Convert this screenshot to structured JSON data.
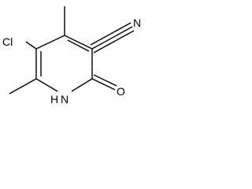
{
  "molecule": {
    "atoms": {
      "chlorine": "Cl",
      "nitrogen_nitrile": "N",
      "nitrogen_ring": "N",
      "hydrogen_ring": "H",
      "oxygen": "O"
    }
  }
}
